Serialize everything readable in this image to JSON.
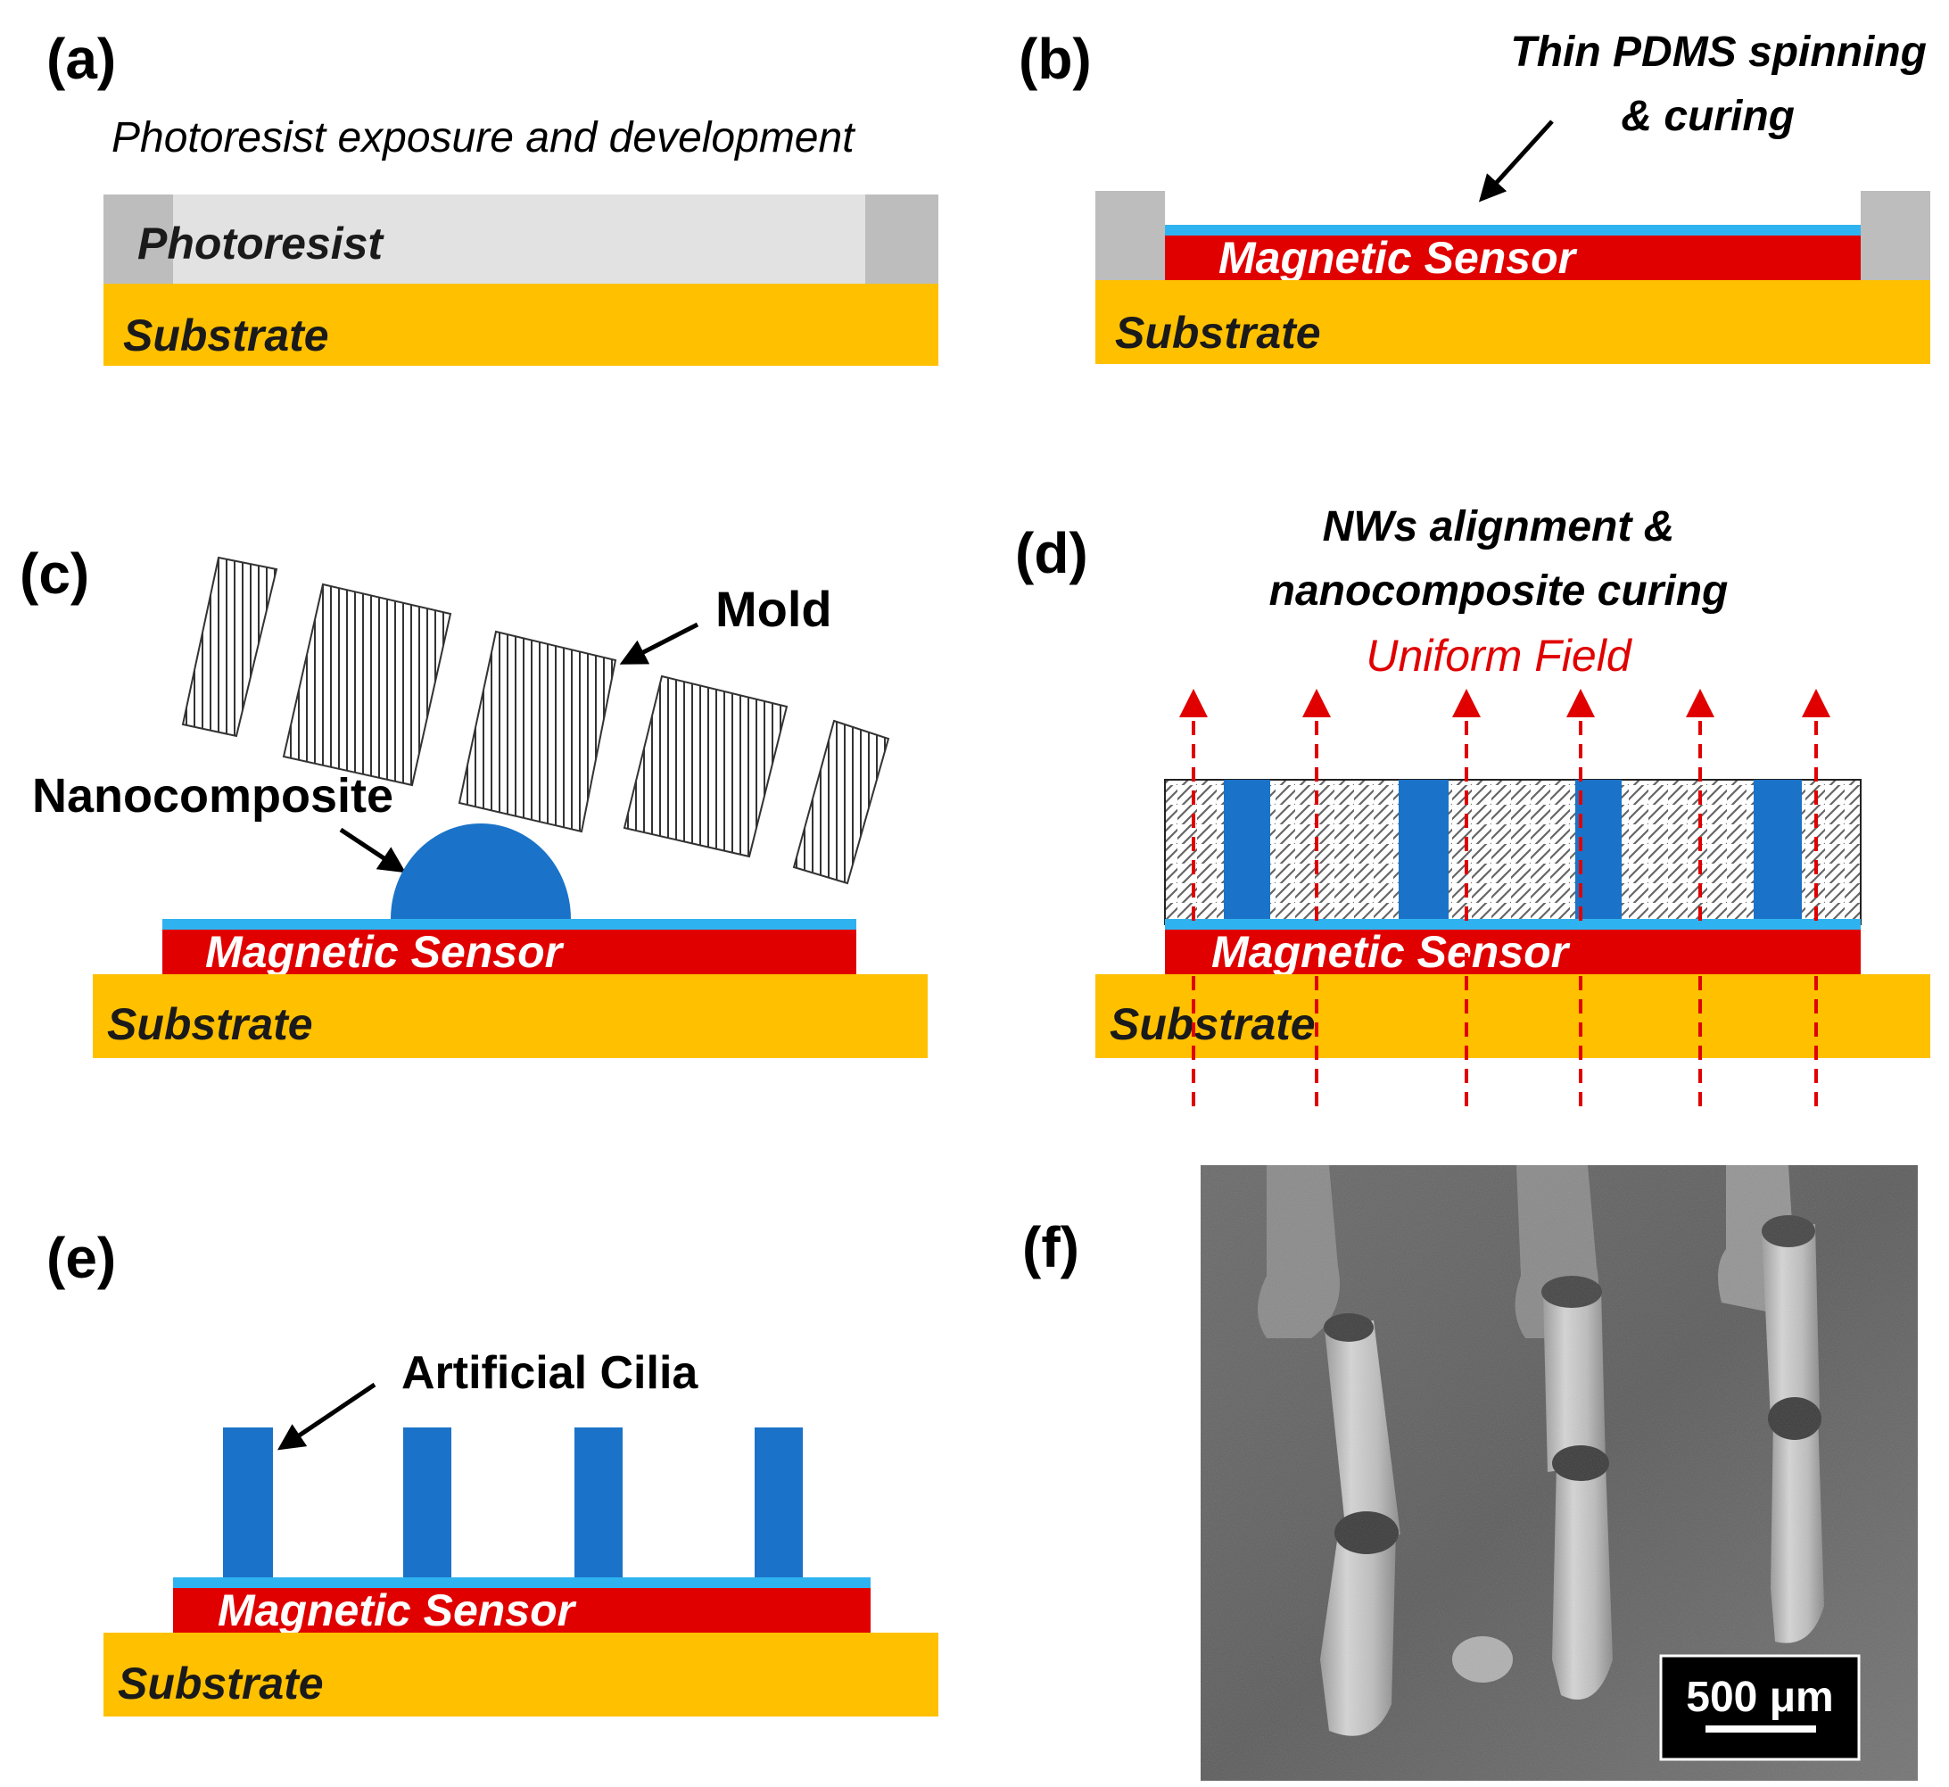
{
  "panels": {
    "a": {
      "label": "(a)",
      "title": "Photoresist exposure and development",
      "photoresist": "Photoresist",
      "substrate": "Substrate"
    },
    "b": {
      "label": "(b)",
      "annotation_line1": "Thin PDMS spinning",
      "annotation_line2": "& curing",
      "sensor": "Magnetic Sensor",
      "substrate": "Substrate"
    },
    "c": {
      "label": "(c)",
      "mold": "Mold",
      "nanocomposite": "Nanocomposite",
      "sensor": "Magnetic Sensor",
      "substrate": "Substrate"
    },
    "d": {
      "label": "(d)",
      "annotation_line1": "NWs alignment &",
      "annotation_line2": "nanocomposite curing",
      "field": "Uniform Field",
      "sensor": "Magnetic Sensor",
      "substrate": "Substrate"
    },
    "e": {
      "label": "(e)",
      "cilia": "Artificial Cilia",
      "sensor": "Magnetic Sensor",
      "substrate": "Substrate"
    },
    "f": {
      "label": "(f)",
      "scale_bar": "500 μm"
    }
  },
  "colors": {
    "substrate": "#ffc000",
    "sensor": "#e00000",
    "pdms": "#2fb3f0",
    "nanocomposite": "#1a73c8",
    "photoresist_light": "#e2e2e2",
    "photoresist_dark": "#bdbdbd",
    "field_arrow": "#e00000"
  }
}
